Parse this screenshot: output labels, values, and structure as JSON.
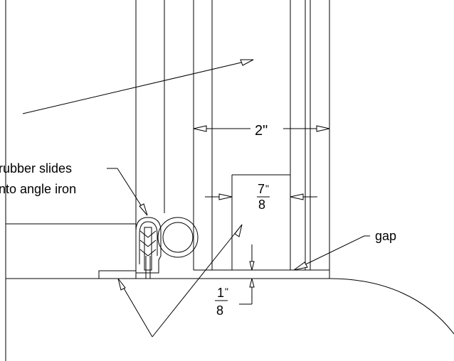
{
  "labels": {
    "rubber_line1": "rubber slides",
    "rubber_line2": "nto angle iron",
    "gap": "gap",
    "dim_width": "2\"",
    "frac_seven_num": "7",
    "frac_seven_den": "8",
    "frac_seven_mark": "\"",
    "frac_one_num": "1",
    "frac_one_den": "8",
    "frac_one_mark": "\""
  }
}
